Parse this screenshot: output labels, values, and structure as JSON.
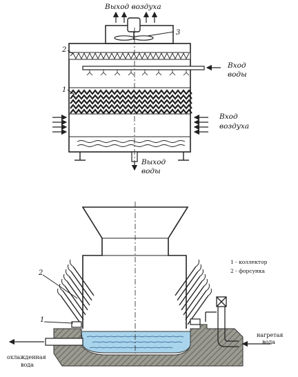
{
  "top_diagram": {
    "air_outlet": "Выход воздуха",
    "water_inlet_line1": "Вход",
    "water_inlet_line2": "воды",
    "air_inlet_line1": "Вход",
    "air_inlet_line2": "воздуха",
    "water_outlet_line1": "Выход",
    "water_outlet_line2": "воды",
    "callouts": [
      "1",
      "2",
      "3"
    ]
  },
  "bottom_diagram": {
    "callouts": [
      "1",
      "2"
    ],
    "legend": [
      "1 - коллектор",
      "2 - форсунка"
    ],
    "heated_water_line1": "нагретая",
    "heated_water_line2": "вода",
    "cooled_water_line1": "охлажденная",
    "cooled_water_line2": "вода"
  },
  "colors": {
    "line": "#222222",
    "water_fill": "#a9d4ec",
    "ground_fill": "#8a8a80",
    "mesh_fill": "#1f1f1f"
  }
}
